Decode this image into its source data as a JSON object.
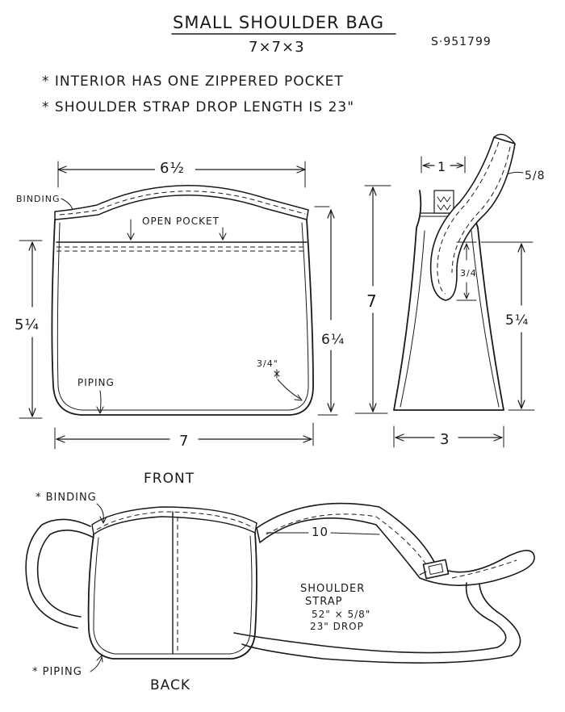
{
  "header": {
    "title": "SMALL SHOULDER BAG",
    "size": "7×7×3",
    "catalog": "S·951799"
  },
  "notes": [
    "* INTERIOR HAS ONE ZIPPERED POCKET",
    "* SHOULDER STRAP DROP LENGTH IS 23\""
  ],
  "front_view": {
    "top_width": "6½",
    "binding": "BINDING",
    "open_pocket": "OPEN POCKET",
    "left_height": "5¼",
    "right_height": "6¼",
    "piping": "PIPING",
    "corner_note": "3/4\"",
    "bottom_width": "7",
    "view_label": "FRONT"
  },
  "side_view": {
    "strap_gap": "1",
    "strap_width": "5/8",
    "tab_height": "3/4",
    "total_height": "7",
    "pocket_height": "5¼",
    "depth": "3"
  },
  "back_view": {
    "binding": "* BINDING",
    "strap_drop_marker": "10",
    "strap_note_1": "SHOULDER",
    "strap_note_2": "STRAP",
    "strap_note_3": "52\" × 5/8\"",
    "strap_note_4": "23\" DROP",
    "piping": "* PIPING",
    "view_label": "BACK"
  }
}
